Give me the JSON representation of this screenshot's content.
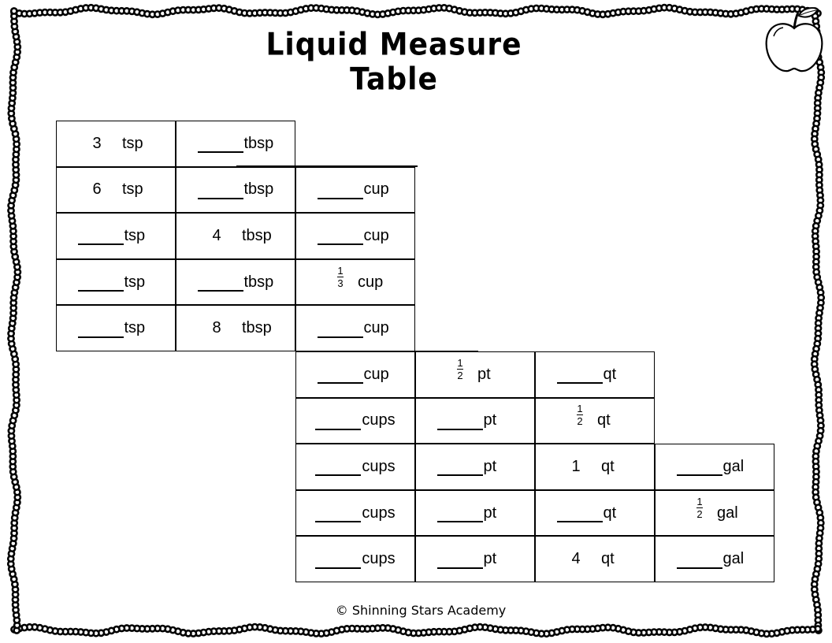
{
  "title": "Liquid Measure Table",
  "footer": "© Shinning Stars Academy",
  "rows": [
    {
      "cells": [
        {
          "col": 0,
          "pre": "3",
          "unit": "tsp"
        },
        {
          "col": 1,
          "pre": "",
          "unit": "tbsp"
        }
      ]
    },
    {
      "cells": [
        {
          "col": 0,
          "pre": "6",
          "unit": "tsp"
        },
        {
          "col": 1,
          "pre": "",
          "unit": "tbsp"
        },
        {
          "col": 2,
          "pre": "",
          "unit": "cup"
        }
      ]
    },
    {
      "cells": [
        {
          "col": 0,
          "pre": "",
          "unit": "tsp"
        },
        {
          "col": 1,
          "pre": "4",
          "unit": "tbsp"
        },
        {
          "col": 2,
          "pre": "",
          "unit": "cup"
        }
      ]
    },
    {
      "cells": [
        {
          "col": 0,
          "pre": "",
          "unit": "tsp"
        },
        {
          "col": 1,
          "pre": "",
          "unit": "tbsp"
        },
        {
          "col": 2,
          "pre": "1/3",
          "unit": "cup"
        }
      ]
    },
    {
      "cells": [
        {
          "col": 0,
          "pre": "",
          "unit": "tsp"
        },
        {
          "col": 1,
          "pre": "8",
          "unit": "tbsp"
        },
        {
          "col": 2,
          "pre": "",
          "unit": "cup"
        }
      ]
    },
    {
      "cells": [
        {
          "col": 2,
          "pre": "",
          "unit": "cup"
        },
        {
          "col": 3,
          "pre": "1/2",
          "unit": "pt"
        },
        {
          "col": 4,
          "pre": "",
          "unit": "qt"
        }
      ]
    },
    {
      "cells": [
        {
          "col": 2,
          "pre": "",
          "unit": "cups"
        },
        {
          "col": 3,
          "pre": "",
          "unit": "pt"
        },
        {
          "col": 4,
          "pre": "1/2",
          "unit": "qt"
        }
      ]
    },
    {
      "cells": [
        {
          "col": 2,
          "pre": "",
          "unit": "cups"
        },
        {
          "col": 3,
          "pre": "",
          "unit": "pt"
        },
        {
          "col": 4,
          "pre": "1",
          "unit": "qt"
        },
        {
          "col": 5,
          "pre": "",
          "unit": "gal"
        }
      ]
    },
    {
      "cells": [
        {
          "col": 2,
          "pre": "",
          "unit": "cups"
        },
        {
          "col": 3,
          "pre": "",
          "unit": "pt"
        },
        {
          "col": 4,
          "pre": "",
          "unit": "qt"
        },
        {
          "col": 5,
          "pre": "1/2",
          "unit": "gal"
        }
      ]
    },
    {
      "cells": [
        {
          "col": 2,
          "pre": "",
          "unit": "cups"
        },
        {
          "col": 3,
          "pre": "",
          "unit": "pt"
        },
        {
          "col": 4,
          "pre": "4",
          "unit": "qt"
        },
        {
          "col": 5,
          "pre": "",
          "unit": "gal"
        }
      ]
    }
  ]
}
